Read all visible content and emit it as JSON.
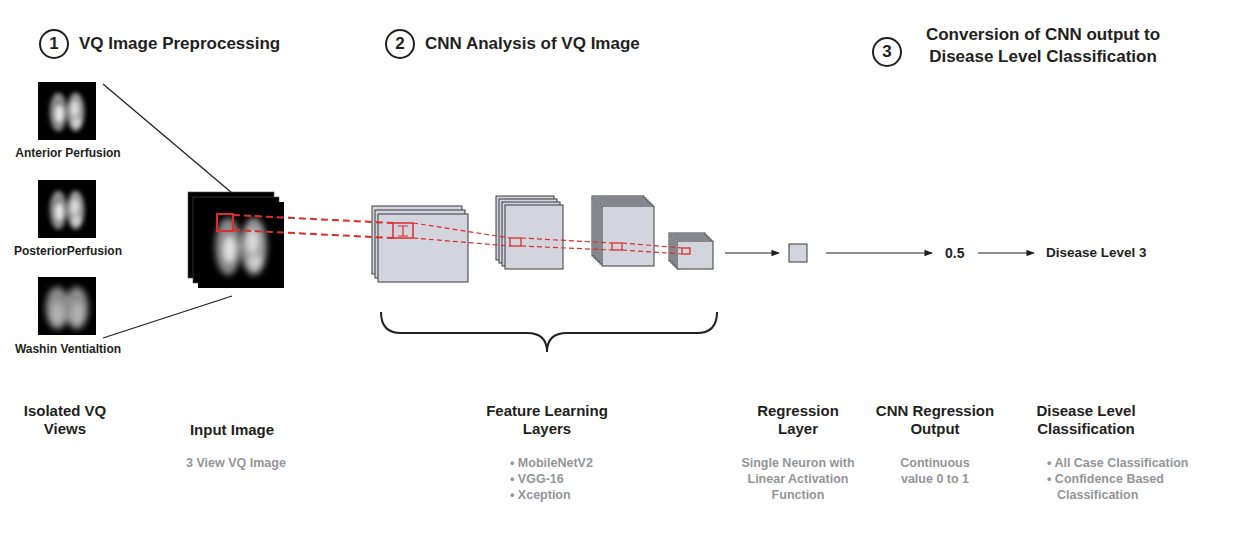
{
  "diagram": {
    "nodes": [
      {
        "text": [
          "1",
          "VQ Image Preprocessing"
        ]
      },
      {
        "text": [
          "2",
          "CNN Analysis of VQ Image"
        ]
      },
      {
        "text": [
          "3",
          "Conversion of CNN output to Disease Level Classification"
        ]
      }
    ],
    "labels": [
      "Anterior Perfusion",
      "PosteriorPerfusion",
      "Washin Ventialtion",
      "0.5",
      "Disease Level 3",
      "Isolated VQ Views",
      "Input Image",
      "3 View VQ Image",
      "Feature Learning Layers",
      "• MobileNetV2",
      "• VGG-16",
      "• Xception",
      "Regression Layer",
      "Single Neuron with Linear Activation Function",
      "CNN Regression Output",
      "Continuous value 0 to 1",
      "Disease Level Classification",
      "• All Case Classification",
      "• Confidence Based Classification"
    ]
  }
}
